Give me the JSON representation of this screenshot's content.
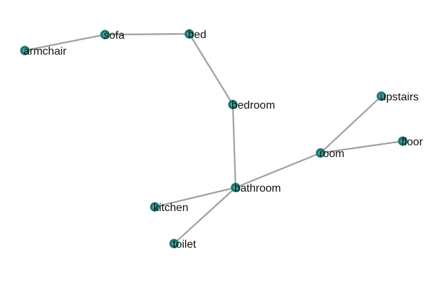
{
  "graph": {
    "colors": {
      "edge": "#9e9e9e",
      "node_fill": "#5f9ea0",
      "node_stroke": "#0f7a72",
      "label": "#111111"
    },
    "nodes": [
      {
        "id": "armchair",
        "label": "armchair"
      },
      {
        "id": "sofa",
        "label": "sofa"
      },
      {
        "id": "bed",
        "label": "bed"
      },
      {
        "id": "bedroom",
        "label": "bedroom"
      },
      {
        "id": "upstairs",
        "label": "upstairs"
      },
      {
        "id": "floor",
        "label": "floor"
      },
      {
        "id": "room",
        "label": "room"
      },
      {
        "id": "bathroom",
        "label": "bathroom"
      },
      {
        "id": "kitchen",
        "label": "kitchen"
      },
      {
        "id": "toilet",
        "label": "toilet"
      }
    ],
    "edges": [
      {
        "source": "armchair",
        "target": "sofa"
      },
      {
        "source": "sofa",
        "target": "bed"
      },
      {
        "source": "bed",
        "target": "bedroom"
      },
      {
        "source": "bedroom",
        "target": "bathroom"
      },
      {
        "source": "bathroom",
        "target": "room"
      },
      {
        "source": "room",
        "target": "upstairs"
      },
      {
        "source": "room",
        "target": "floor"
      },
      {
        "source": "bathroom",
        "target": "kitchen"
      },
      {
        "source": "bathroom",
        "target": "toilet"
      }
    ]
  }
}
